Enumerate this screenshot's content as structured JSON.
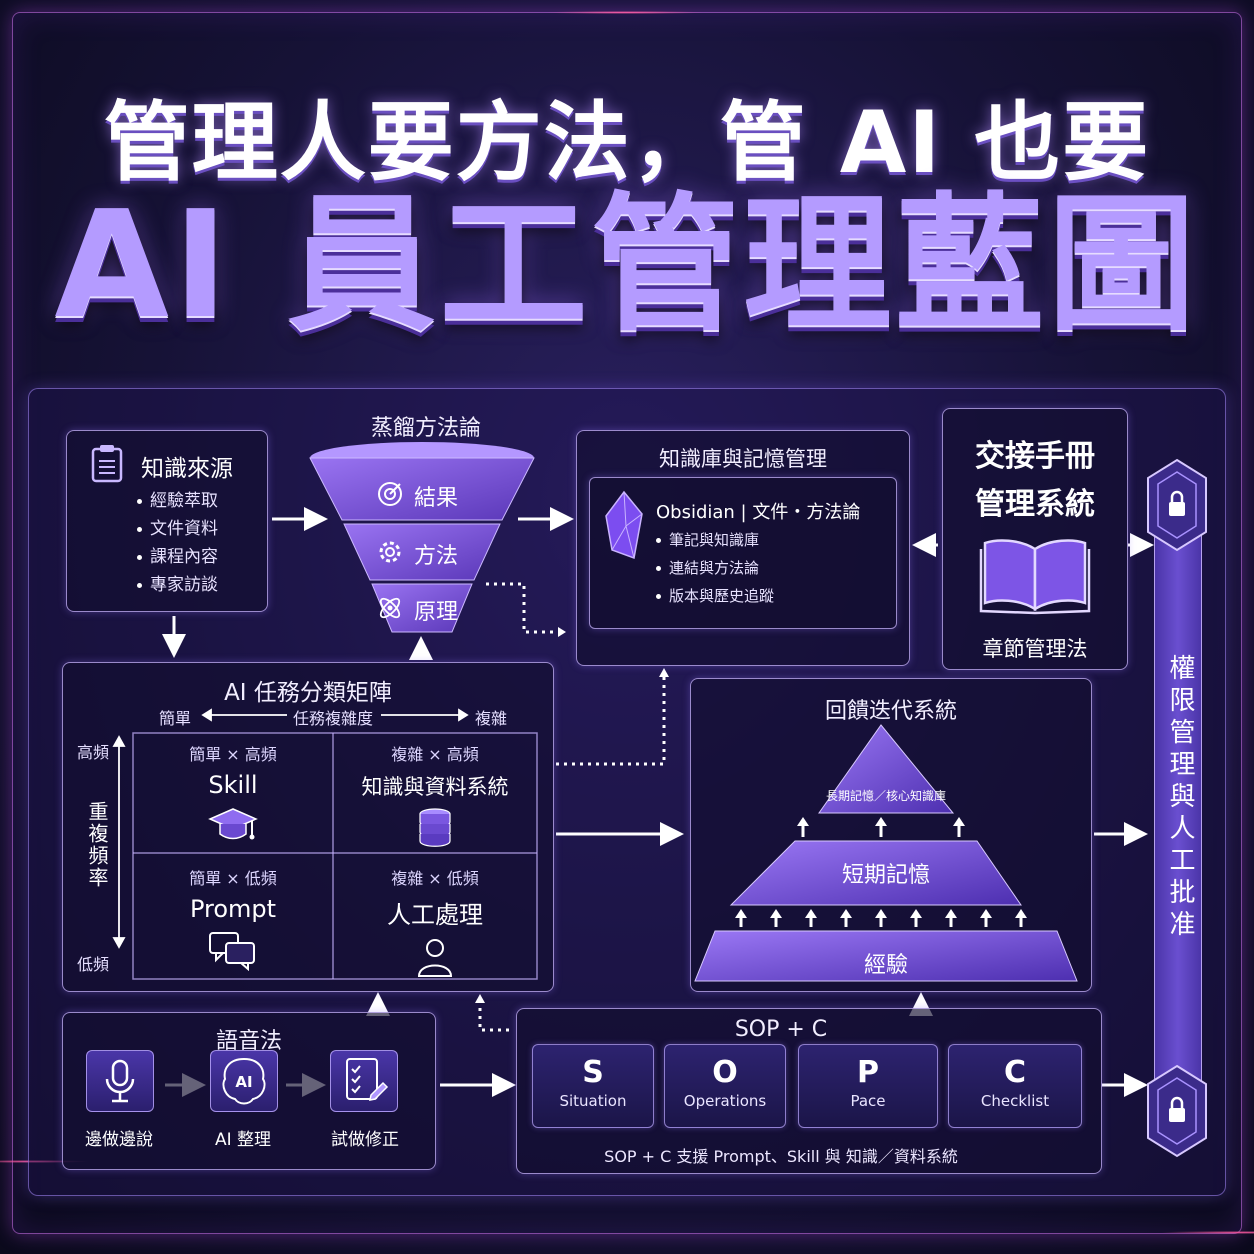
{
  "title": {
    "line1": "管理人要方法，管 AI 也要",
    "line2": "AI 員工管理藍圖"
  },
  "knowledge_source": {
    "title": "知識來源",
    "items": [
      "經驗萃取",
      "文件資料",
      "課程內容",
      "專家訪談"
    ]
  },
  "distill": {
    "title": "蒸餾方法論",
    "layers": [
      "結果",
      "方法",
      "原理"
    ]
  },
  "kb": {
    "title": "知識庫與記憶管理",
    "headline": "Obsidian | 文件・方法論",
    "items": [
      "筆記與知識庫",
      "連結與方法論",
      "版本與歷史追蹤"
    ]
  },
  "handover": {
    "title_line1": "交接手冊",
    "title_line2": "管理系統",
    "caption": "章節管理法"
  },
  "matrix": {
    "title": "AI 任務分類矩陣",
    "x_left": "簡單",
    "x_mid": "任務複雜度",
    "x_right": "複雜",
    "y_top": "高頻",
    "y_mid": "重複頻率",
    "y_bottom": "低頻",
    "cells": [
      {
        "sub": "簡單 × 高頻",
        "main": "Skill",
        "icon": "graduation-cap-icon"
      },
      {
        "sub": "複雜 × 高頻",
        "main": "知識與資料系統",
        "icon": "database-icon"
      },
      {
        "sub": "簡單 × 低頻",
        "main": "Prompt",
        "icon": "chat-bubbles-icon"
      },
      {
        "sub": "複雜 × 低頻",
        "main": "人工處理",
        "icon": "person-icon"
      }
    ]
  },
  "feedback": {
    "title": "回饋迭代系統",
    "top": "長期記憶／核心知識庫",
    "middle": "短期記憶",
    "bottom": "經驗"
  },
  "permission": {
    "label": "權限管理與人工批准"
  },
  "voice": {
    "title": "語音法",
    "steps": [
      "邊做邊說",
      "AI 整理",
      "試做修正"
    ],
    "ai_badge": "AI"
  },
  "sopc": {
    "title": "SOP + C",
    "items": [
      {
        "letter": "S",
        "word": "Situation"
      },
      {
        "letter": "O",
        "word": "Operations"
      },
      {
        "letter": "P",
        "word": "Pace"
      },
      {
        "letter": "C",
        "word": "Checklist"
      }
    ],
    "caption": "SOP + C 支援 Prompt、Skill 與 知識／資料系統"
  },
  "colors": {
    "accent": "#8b5cf6",
    "accent_light": "#b49bff",
    "frame_glow": "#ff5aa0"
  }
}
